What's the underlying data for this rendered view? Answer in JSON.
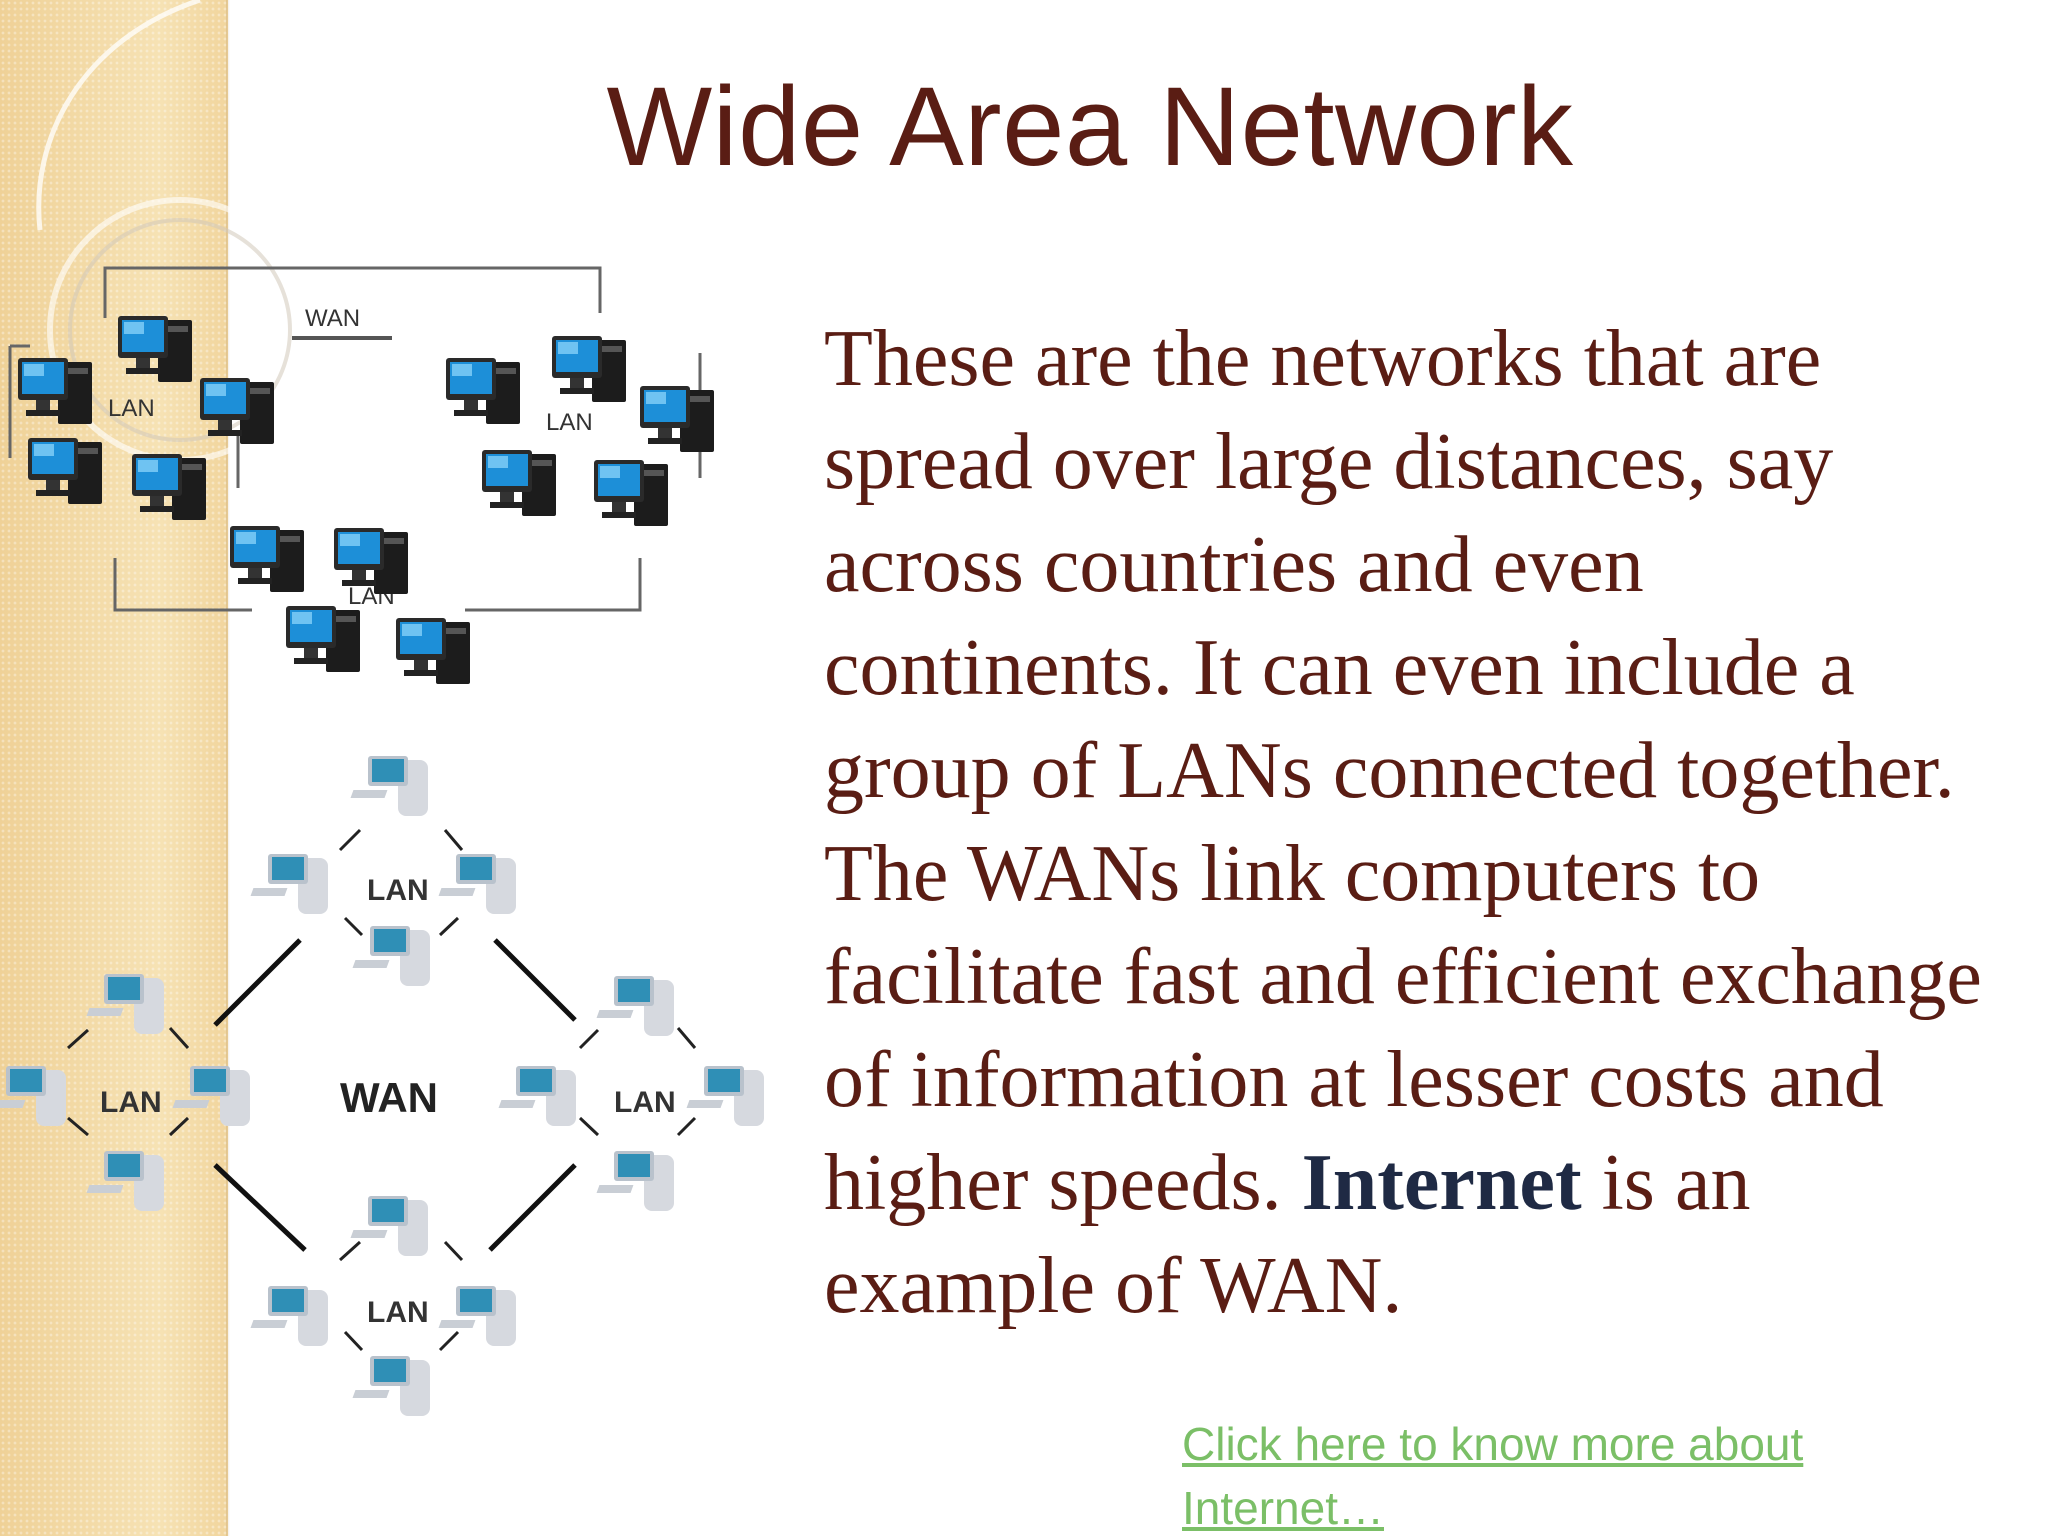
{
  "slide": {
    "title": "Wide Area Network",
    "body": {
      "part1": "These are the networks that are spread over large distances,  say across countries and even continents. It can even include a group of LANs connected together. The WANs link computers to facilitate fast and efficient exchange of information at lesser costs and higher speeds. ",
      "emphasis": "Internet",
      "part2": "  is an example of  WAN."
    },
    "link_text": "Click here to know more about Internet…"
  },
  "diagram_top": {
    "wan_label": "WAN",
    "lan_label_1": "LAN",
    "lan_label_2": "LAN",
    "lan_label_3": "LAN"
  },
  "diagram_bottom": {
    "wan_label": "WAN",
    "lan_top": "LAN",
    "lan_left": "LAN",
    "lan_right": "LAN",
    "lan_bottom": "LAN"
  },
  "colors": {
    "title": "#5a1d14",
    "body": "#5a1d14",
    "emphasis": "#1f2a44",
    "link": "#7bbf67",
    "band": "#f4dca6"
  },
  "icons": [
    "desktop-computer-icon",
    "workstation-icon"
  ]
}
